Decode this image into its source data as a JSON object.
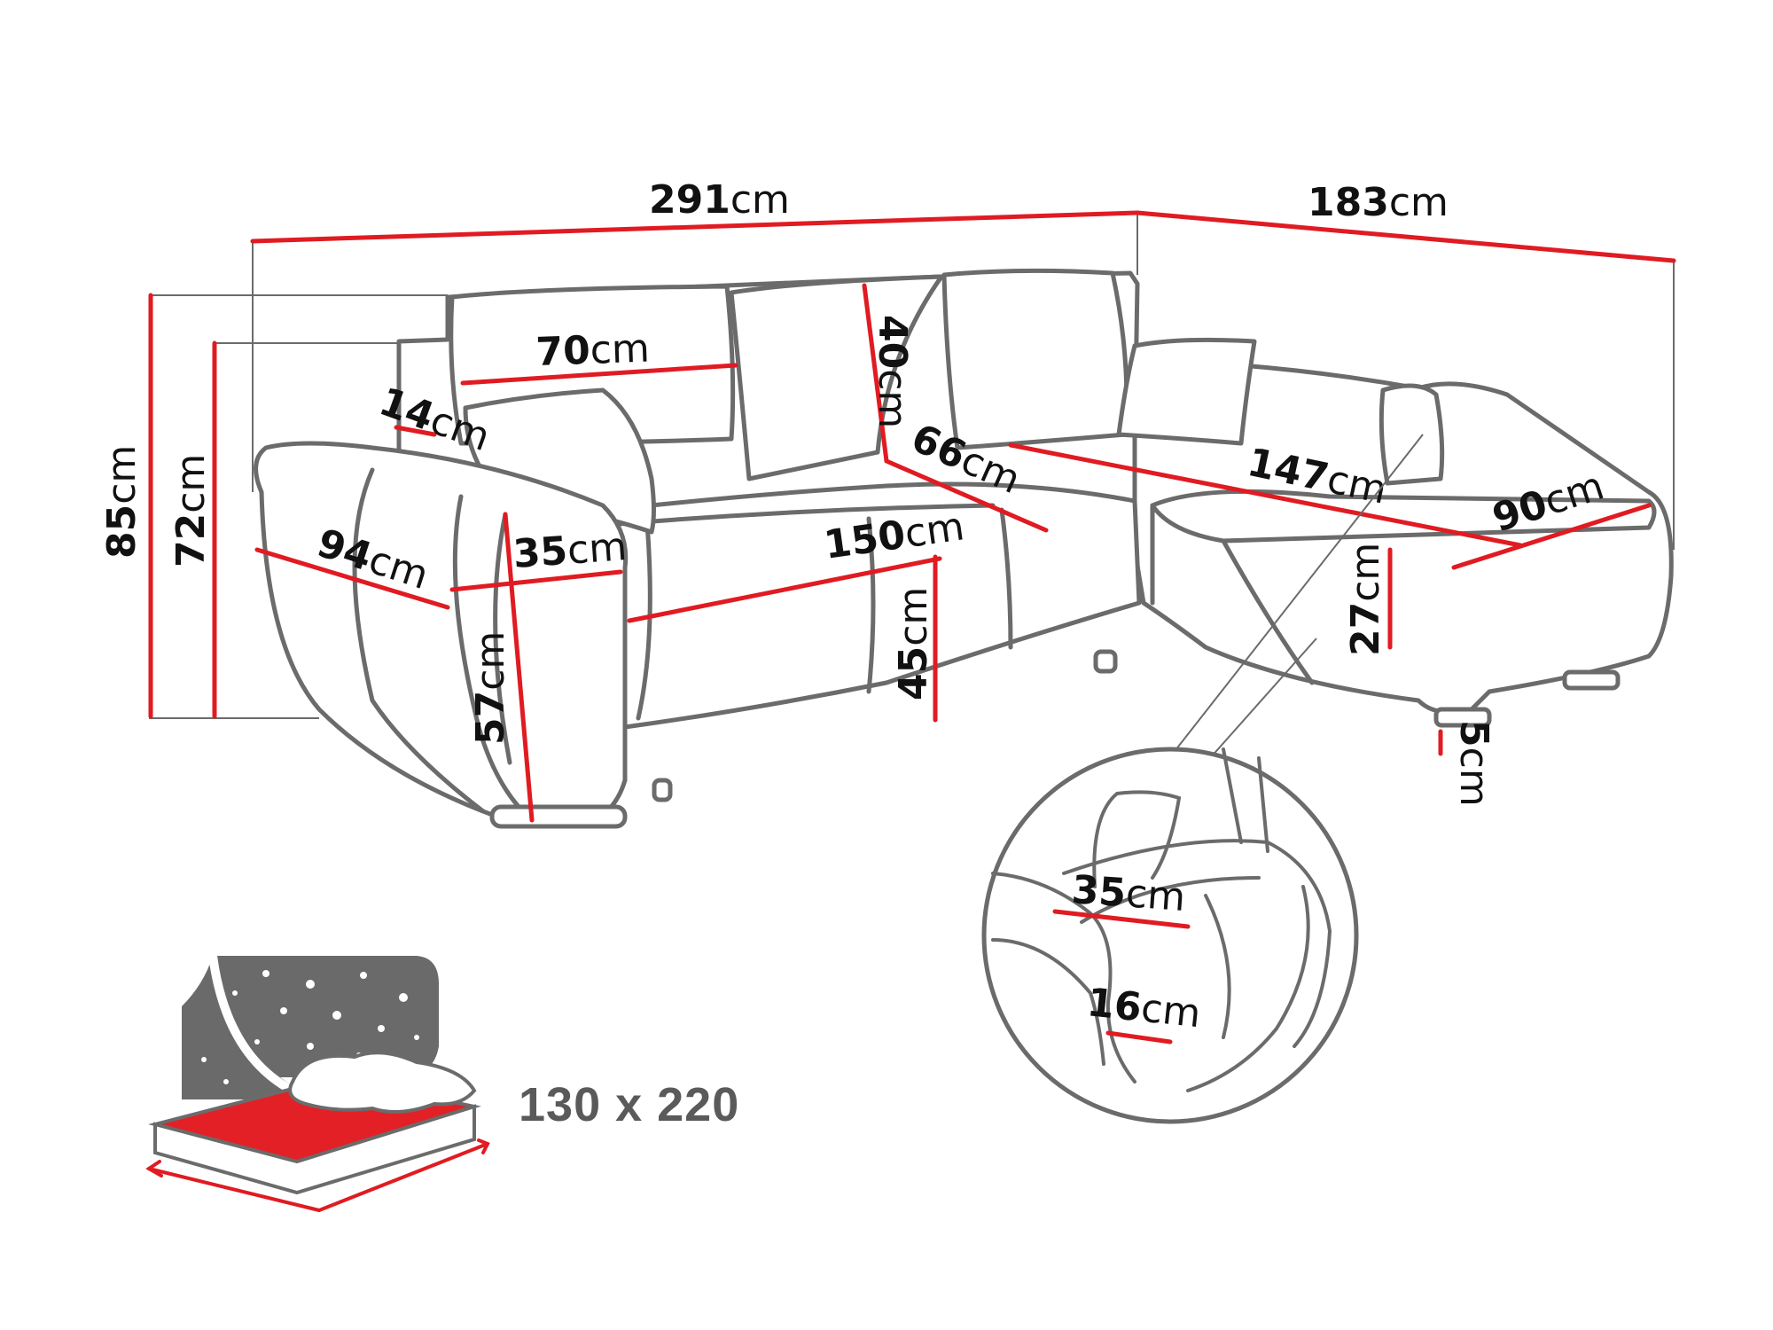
{
  "colors": {
    "dimension_line": "#e01b22",
    "outline": "#6b6b6b",
    "text": "#111111",
    "mattress": "#e32026",
    "night_sky": "#6a6a6a"
  },
  "unit": "cm",
  "dimensions": {
    "total_length": "291",
    "chaise_length": "183",
    "height_total": "85",
    "height_back": "72",
    "back_cushion_width": "70",
    "back_cushion_height": "40",
    "armrest_top": "14",
    "armrest_length": "94",
    "armrest_width": "35",
    "armrest_height": "57",
    "seat_width": "150",
    "seat_depth": "66",
    "seat_height": "45",
    "chaise_seat_length": "147",
    "chaise_width": "90",
    "chaise_height": "27",
    "leg_height": "5",
    "detail_arm_width": "35",
    "detail_arm_thickness": "16"
  },
  "bed": {
    "icon": "bed-function-icon",
    "size_label": "130 x 220"
  }
}
